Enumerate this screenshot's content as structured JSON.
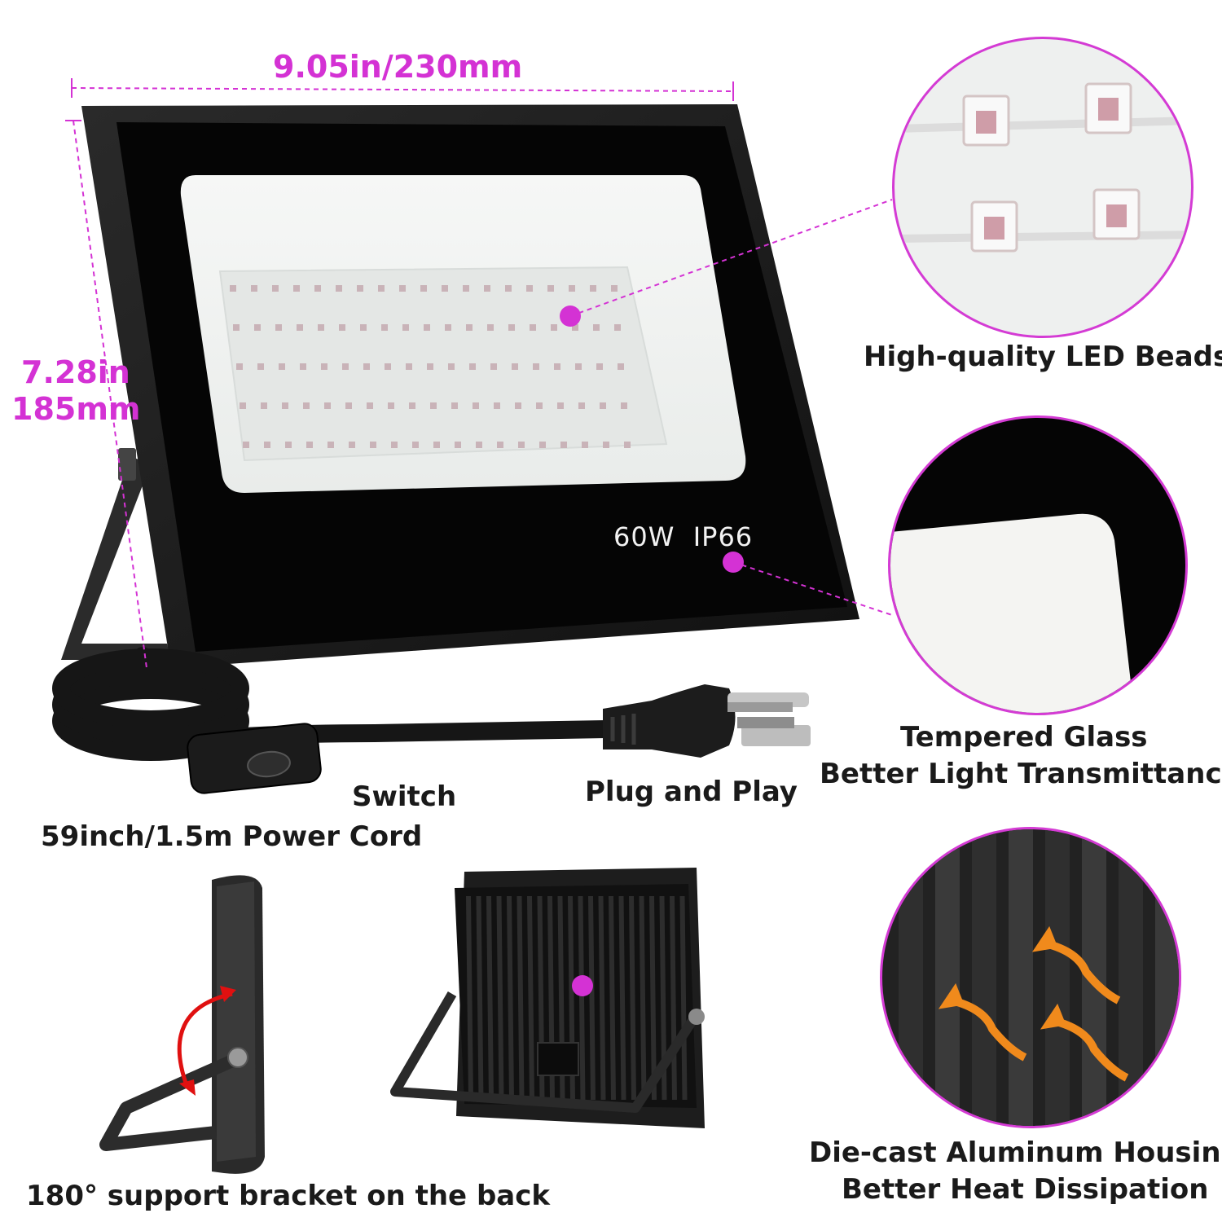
{
  "accent_color": "#d432d4",
  "dimensions": {
    "width_label": "9.05in/230mm",
    "height_line1": "7.28in",
    "height_line2": "185mm"
  },
  "product_badge": {
    "power": "60W",
    "rating": "IP66"
  },
  "callouts": {
    "led_beads": "High-quality LED Beads",
    "glass_line1": "Tempered Glass",
    "glass_line2": "Better Light Transmittance",
    "housing_line1": "Die-cast Aluminum Housing",
    "housing_line2": "Better Heat Dissipation"
  },
  "cord": {
    "switch": "Switch",
    "plug": "Plug and Play",
    "power_cord": "59inch/1.5m Power Cord"
  },
  "bracket": {
    "caption": "180° support bracket on the back"
  },
  "icons": [
    "led-chip-icon",
    "rotate-arrow-icon",
    "heat-flow-arrow-icon",
    "plug-icon",
    "rocker-switch-icon"
  ]
}
